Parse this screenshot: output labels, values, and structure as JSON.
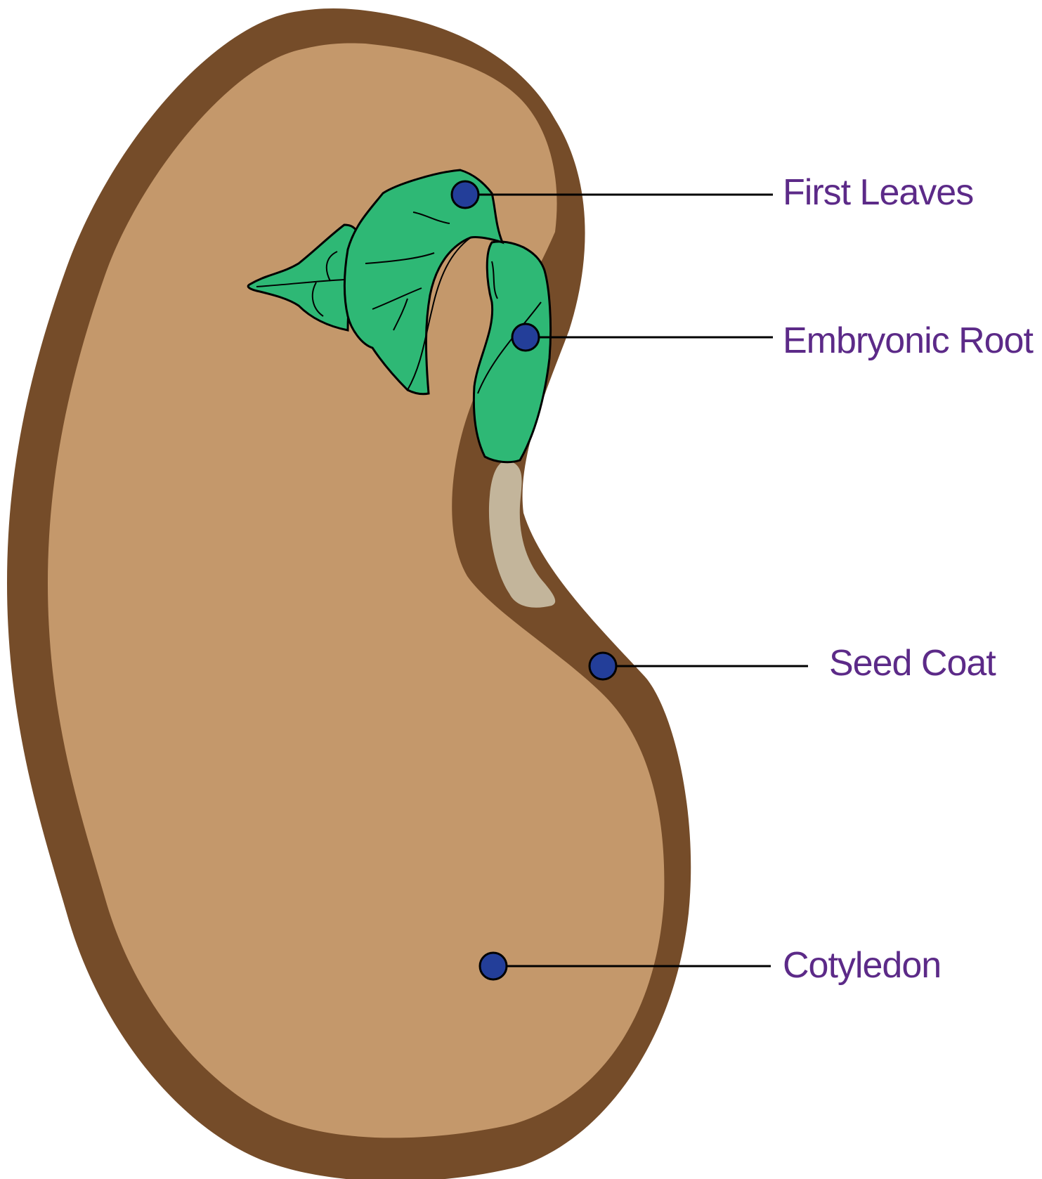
{
  "diagram": {
    "colors": {
      "background": "#ffffff",
      "seed_coat": "#754c29",
      "cotyledon": "#c4986b",
      "hilum": "#c3b59b",
      "leaf": "#2eb875",
      "outline": "#000000",
      "marker": "#233e99",
      "label_text": "#5c2a88",
      "leader_line": "#000000"
    },
    "labels": [
      {
        "id": "first-leaves",
        "text": "First Leaves"
      },
      {
        "id": "embryonic-root",
        "text": "Embryonic Root"
      },
      {
        "id": "seed-coat",
        "text": "Seed Coat"
      },
      {
        "id": "cotyledon",
        "text": "Cotyledon"
      }
    ]
  }
}
